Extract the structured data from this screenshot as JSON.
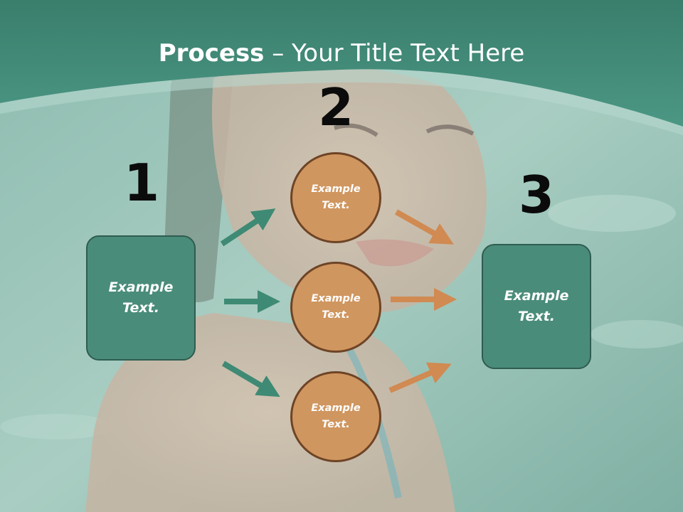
{
  "slide": {
    "title_bold": "Process",
    "title_rest": " – Your Title Text Here",
    "step_numbers": [
      "1",
      "2",
      "3"
    ],
    "left_box": {
      "text": "Example Text."
    },
    "right_box": {
      "text": "Example Text."
    },
    "circles": [
      {
        "text": "Example Text."
      },
      {
        "text": "Example Text."
      },
      {
        "text": "Example Text."
      }
    ]
  },
  "colors": {
    "header_band": "#3f8a76",
    "box_fill": "#4a8c7a",
    "box_border": "#2f5c50",
    "circle_fill": "#d0965f",
    "circle_border": "#6e4426",
    "arrow_green": "#3f8a74",
    "arrow_orange": "#d08a52"
  }
}
